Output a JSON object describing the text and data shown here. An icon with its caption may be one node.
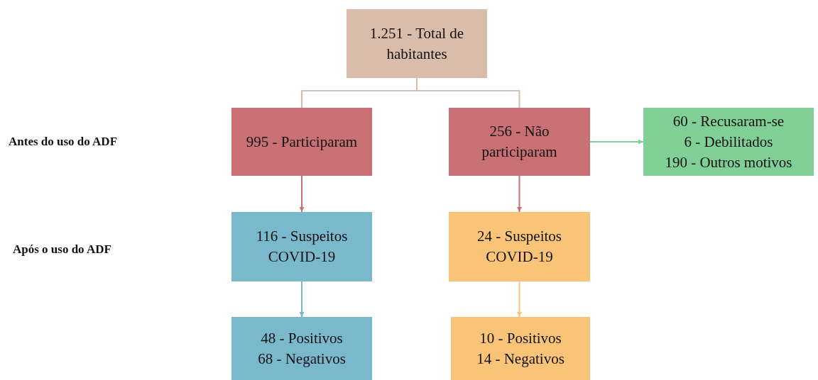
{
  "diagram": {
    "nodes": [
      {
        "text": [
          "1.251 - Total de habitantes"
        ]
      },
      {
        "text": [
          "995 - Participaram"
        ]
      },
      {
        "text": [
          "256 - Não participaram"
        ]
      },
      {
        "text": [
          "60 - Recusaram-se",
          "6 - Debilitados",
          "190 - Outros motivos"
        ]
      },
      {
        "text": [
          "116 - Suspeitos COVID-19"
        ]
      },
      {
        "text": [
          "24 - Suspeitos COVID-19"
        ]
      },
      {
        "text": [
          "48 - Positivos",
          "68 - Negativos"
        ]
      },
      {
        "text": [
          "10 - Positivos",
          "14 - Negativos"
        ]
      }
    ],
    "edges": [
      {
        "from": 0,
        "to": 1,
        "arrow": "none",
        "color": "#d9bcaa"
      },
      {
        "from": 0,
        "to": 2,
        "arrow": "none",
        "color": "#d9bcaa"
      },
      {
        "from": 2,
        "to": 3,
        "arrow": "to",
        "color": "#7fcf97"
      },
      {
        "from": 1,
        "to": 4,
        "arrow": "to",
        "color": "#c87073"
      },
      {
        "from": 2,
        "to": 5,
        "arrow": "to",
        "color": "#c87073"
      },
      {
        "from": 4,
        "to": 6,
        "arrow": "to",
        "color": "#7ab9cc"
      },
      {
        "from": 5,
        "to": 7,
        "arrow": "to",
        "color": "#f9c477"
      }
    ],
    "labels": [
      "Antes do uso do ADF",
      "Após o uso do ADF"
    ]
  }
}
